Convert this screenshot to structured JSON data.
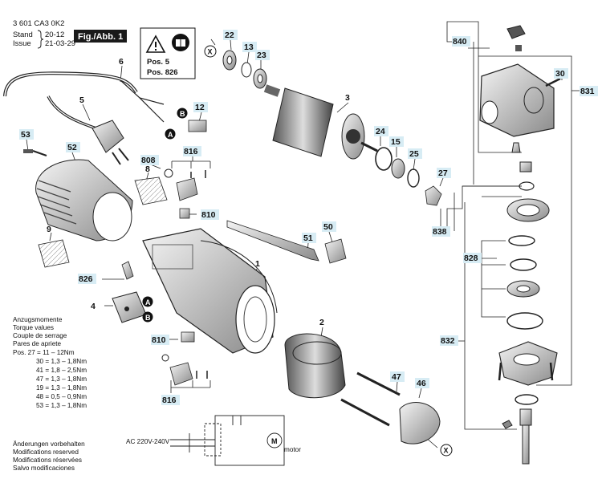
{
  "header": {
    "code": "3 601 CA3 0K2",
    "stand_label": "Stand",
    "issue_label": "Issue",
    "stand_value": "20-12",
    "issue_value": "21-03-29",
    "fig_label": "Fig./Abb. 1"
  },
  "warning_box": {
    "pos1": "Pos. 5",
    "pos2": "Pos. 826"
  },
  "parts": {
    "p2": "2",
    "p3": "3",
    "p4": "4",
    "p5": "5",
    "p6": "6",
    "p8": "8",
    "p9": "9",
    "p12": "12",
    "p13": "13",
    "p22": "22",
    "p23": "23",
    "p24": "24",
    "p25": "25",
    "p27": "27",
    "p30": "30",
    "p46": "46",
    "p47": "47",
    "p50": "50",
    "p51": "51",
    "p52": "52",
    "p53": "53",
    "p1": "1",
    "p808": "808",
    "p810a": "810",
    "p810b": "810",
    "p816a": "816",
    "p816b": "816",
    "p826": "826",
    "p828": "828",
    "p831": "831",
    "p832": "832",
    "p838": "838",
    "p840": "840"
  },
  "markers": {
    "A": "A",
    "B": "B",
    "X": "X"
  },
  "torque": {
    "title": [
      "Anzugsmomente",
      "Torque values",
      "Couple de serrage",
      "Pares de apriete"
    ],
    "rows": [
      "Pos.  27 = 11 –  12Nm",
      "30 = 1,3  –  1,8Nm",
      "41 = 1,8  –  2,5Nm",
      "47 = 1,3  –  1,8Nm",
      "19 = 1,3  –  1,8Nm",
      "48 = 0,5  –  0,9Nm",
      "53 = 1,3  –  1,8Nm"
    ]
  },
  "footer": [
    "Änderungen vorbehalten",
    "Modifications reserved",
    "Modifications réservées",
    "Salvo modificaciones"
  ],
  "circuit": {
    "supply": "AC 220V-240V",
    "motor_symbol": "M",
    "motor_label": "motor"
  },
  "colors": {
    "label_bg": "#d7ecf4",
    "ink": "#111111",
    "line": "#222222"
  }
}
